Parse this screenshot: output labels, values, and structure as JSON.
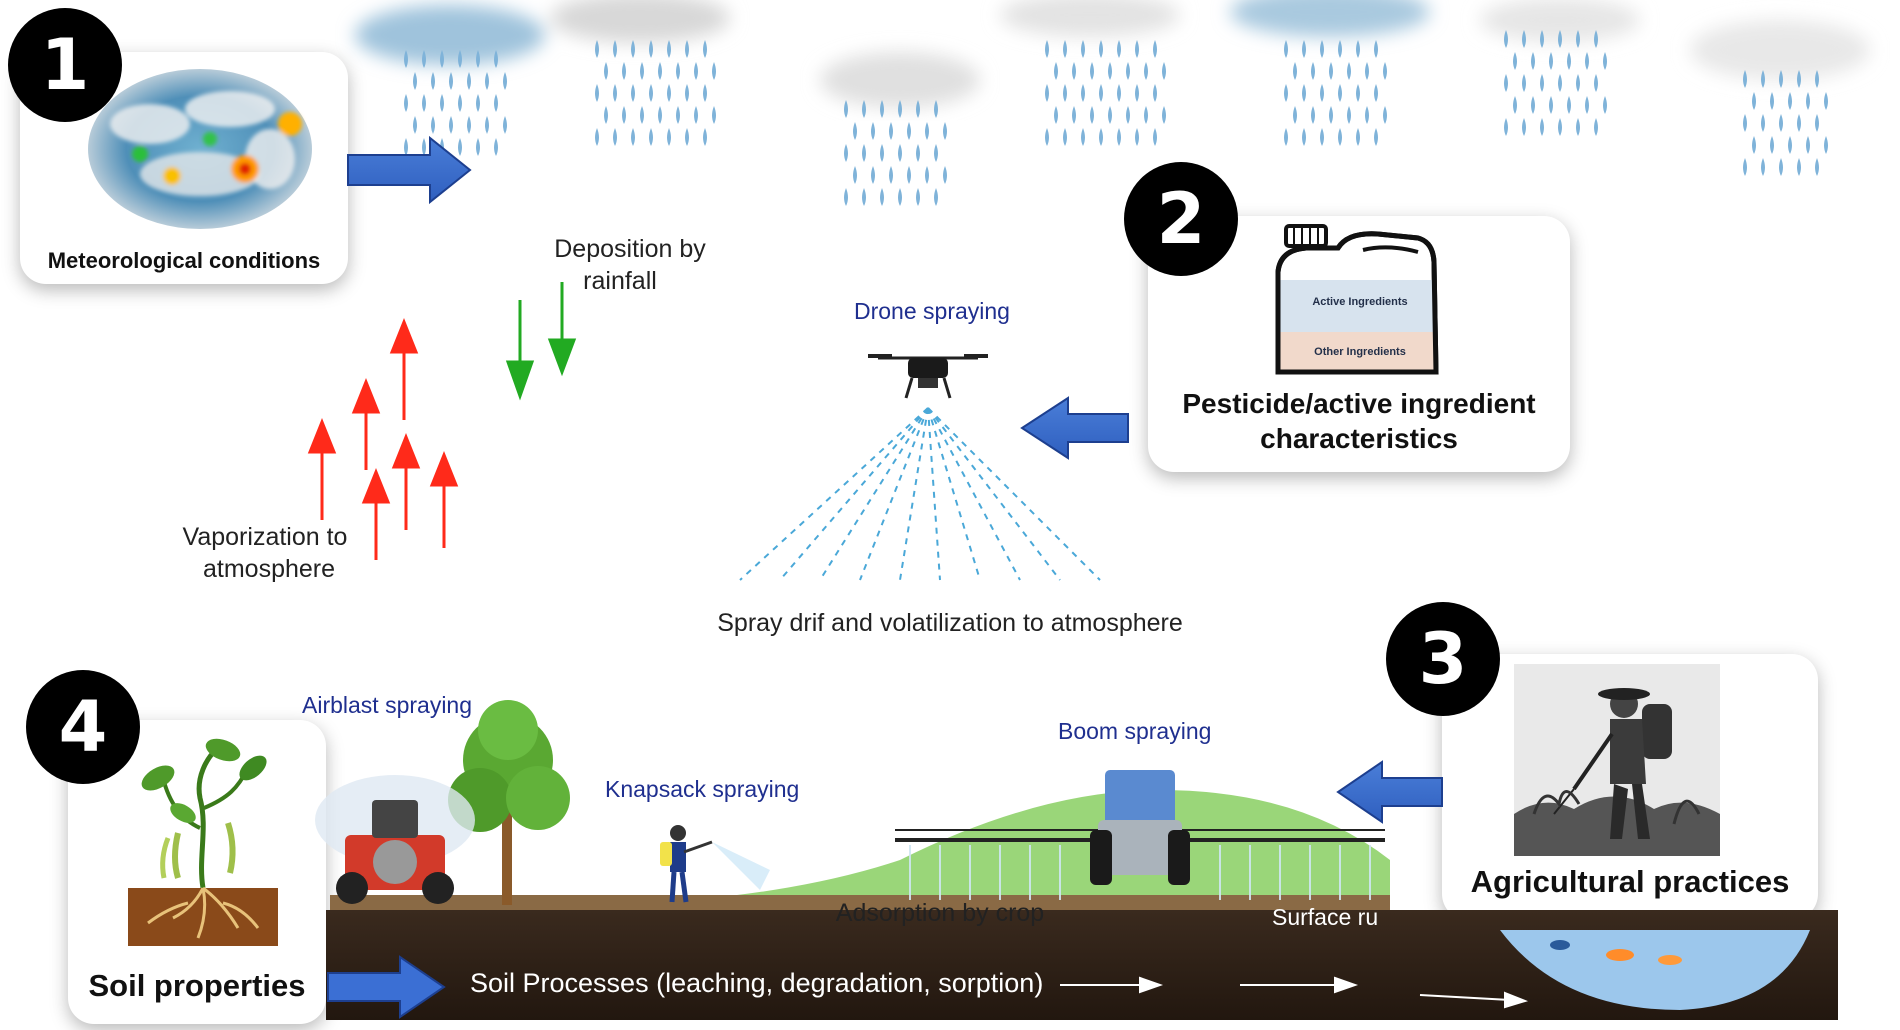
{
  "badges": [
    "1",
    "2",
    "3",
    "4"
  ],
  "factors": {
    "meteorological": "Meteorological conditions",
    "pesticide_line1": "Pesticide/active ingredient",
    "pesticide_line2": "characteristics",
    "jug_active": "Active Ingredients",
    "jug_other": "Other Ingredients",
    "agricultural": "Agricultural practices",
    "soil": "Soil properties"
  },
  "processes": {
    "deposition_line1": "Deposition by",
    "deposition_line2": "rainfall",
    "vaporization_line1": "Vaporization to",
    "vaporization_line2": "atmosphere",
    "spray_drift": "Spray drif and volatilization to atmosphere",
    "adsorption": "Adsorption by crop",
    "surface_runoff": "Surface ru",
    "soil_processes": "Soil Processes (leaching, degradation, sorption)"
  },
  "methods": {
    "drone": "Drone spraying",
    "airblast": "Airblast spraying",
    "knapsack": "Knapsack spraying",
    "boom": "Boom spraying"
  },
  "colors": {
    "arrow_blue": "#3b6fd4",
    "vapor_red": "#ff2a1a",
    "deposit_green": "#22aa22",
    "rain_blue": "#7fb3d9",
    "soil_dark": "#2e2018",
    "grass_green": "#8fd16a",
    "label_blue": "#1f2f8f",
    "water_blue": "#9cc7ec"
  }
}
